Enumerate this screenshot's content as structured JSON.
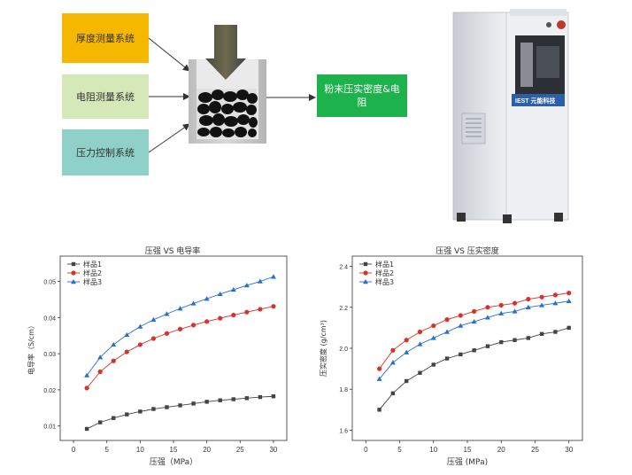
{
  "diagram": {
    "systems": [
      "厚度测量系统",
      "电阻测量系统",
      "压力控制系统"
    ],
    "output_label": "粉末压实密度&电阻",
    "machine_brand": "IEST 元能科技",
    "colors": {
      "thickness": "#f5b700",
      "resistance": "#d4e8b8",
      "pressure": "#8fd1c8",
      "output": "#1db24b"
    }
  },
  "chart_data": [
    {
      "type": "line",
      "title": "压强 VS 电导率",
      "xlabel": "压强（MPa）",
      "ylabel": "电导率（S/cm）",
      "x": [
        2,
        4,
        6,
        8,
        10,
        12,
        14,
        16,
        18,
        20,
        22,
        24,
        26,
        28,
        30
      ],
      "xlim": [
        -2,
        32
      ],
      "ylim": [
        0.006,
        0.057
      ],
      "xticks": [
        0,
        5,
        10,
        15,
        20,
        25,
        30
      ],
      "yticks": [
        0.01,
        0.02,
        0.03,
        0.04,
        0.05
      ],
      "ytick_labels": [
        "0.01",
        "0.02",
        "0.03",
        "0.04",
        "0.05"
      ],
      "legend": "top-left",
      "series": [
        {
          "name": "样品1",
          "marker": "square",
          "color": "#444444",
          "values": [
            0.0092,
            0.011,
            0.0122,
            0.0132,
            0.014,
            0.0147,
            0.0152,
            0.0157,
            0.0162,
            0.0167,
            0.0171,
            0.0174,
            0.0177,
            0.018,
            0.0182
          ]
        },
        {
          "name": "样品2",
          "marker": "circle",
          "color": "#d9312b",
          "values": [
            0.0205,
            0.025,
            0.028,
            0.0305,
            0.0325,
            0.0342,
            0.0356,
            0.0368,
            0.0379,
            0.0389,
            0.0398,
            0.0407,
            0.0415,
            0.0423,
            0.0431
          ]
        },
        {
          "name": "样品3",
          "marker": "triangle",
          "color": "#2a6fcf",
          "values": [
            0.024,
            0.029,
            0.0325,
            0.0352,
            0.0375,
            0.0394,
            0.041,
            0.0425,
            0.0439,
            0.0452,
            0.0465,
            0.0477,
            0.0489,
            0.05,
            0.0513
          ]
        }
      ]
    },
    {
      "type": "line",
      "title": "压强 VS 压实密度",
      "xlabel": "压强 (MPa)",
      "ylabel": "压实密度 (g/cm³)",
      "x": [
        2,
        4,
        6,
        8,
        10,
        12,
        14,
        16,
        18,
        20,
        22,
        24,
        26,
        28,
        30
      ],
      "xlim": [
        -2,
        32
      ],
      "ylim": [
        1.55,
        2.45
      ],
      "xticks": [
        0,
        5,
        10,
        15,
        20,
        25,
        30
      ],
      "yticks": [
        1.6,
        1.8,
        2.0,
        2.2,
        2.4
      ],
      "ytick_labels": [
        "1.6",
        "1.8",
        "2.0",
        "2.2",
        "2.4"
      ],
      "legend": "top-left",
      "series": [
        {
          "name": "样品1",
          "marker": "square",
          "color": "#444444",
          "values": [
            1.7,
            1.78,
            1.84,
            1.88,
            1.92,
            1.95,
            1.97,
            1.99,
            2.01,
            2.03,
            2.04,
            2.05,
            2.07,
            2.08,
            2.1
          ]
        },
        {
          "name": "样品2",
          "marker": "circle",
          "color": "#d9312b",
          "values": [
            1.9,
            1.99,
            2.04,
            2.08,
            2.11,
            2.14,
            2.16,
            2.18,
            2.2,
            2.21,
            2.22,
            2.24,
            2.25,
            2.26,
            2.27
          ]
        },
        {
          "name": "样品3",
          "marker": "triangle",
          "color": "#2a6fcf",
          "values": [
            1.85,
            1.93,
            1.98,
            2.02,
            2.05,
            2.08,
            2.11,
            2.13,
            2.15,
            2.17,
            2.18,
            2.2,
            2.21,
            2.22,
            2.23
          ]
        }
      ]
    }
  ]
}
